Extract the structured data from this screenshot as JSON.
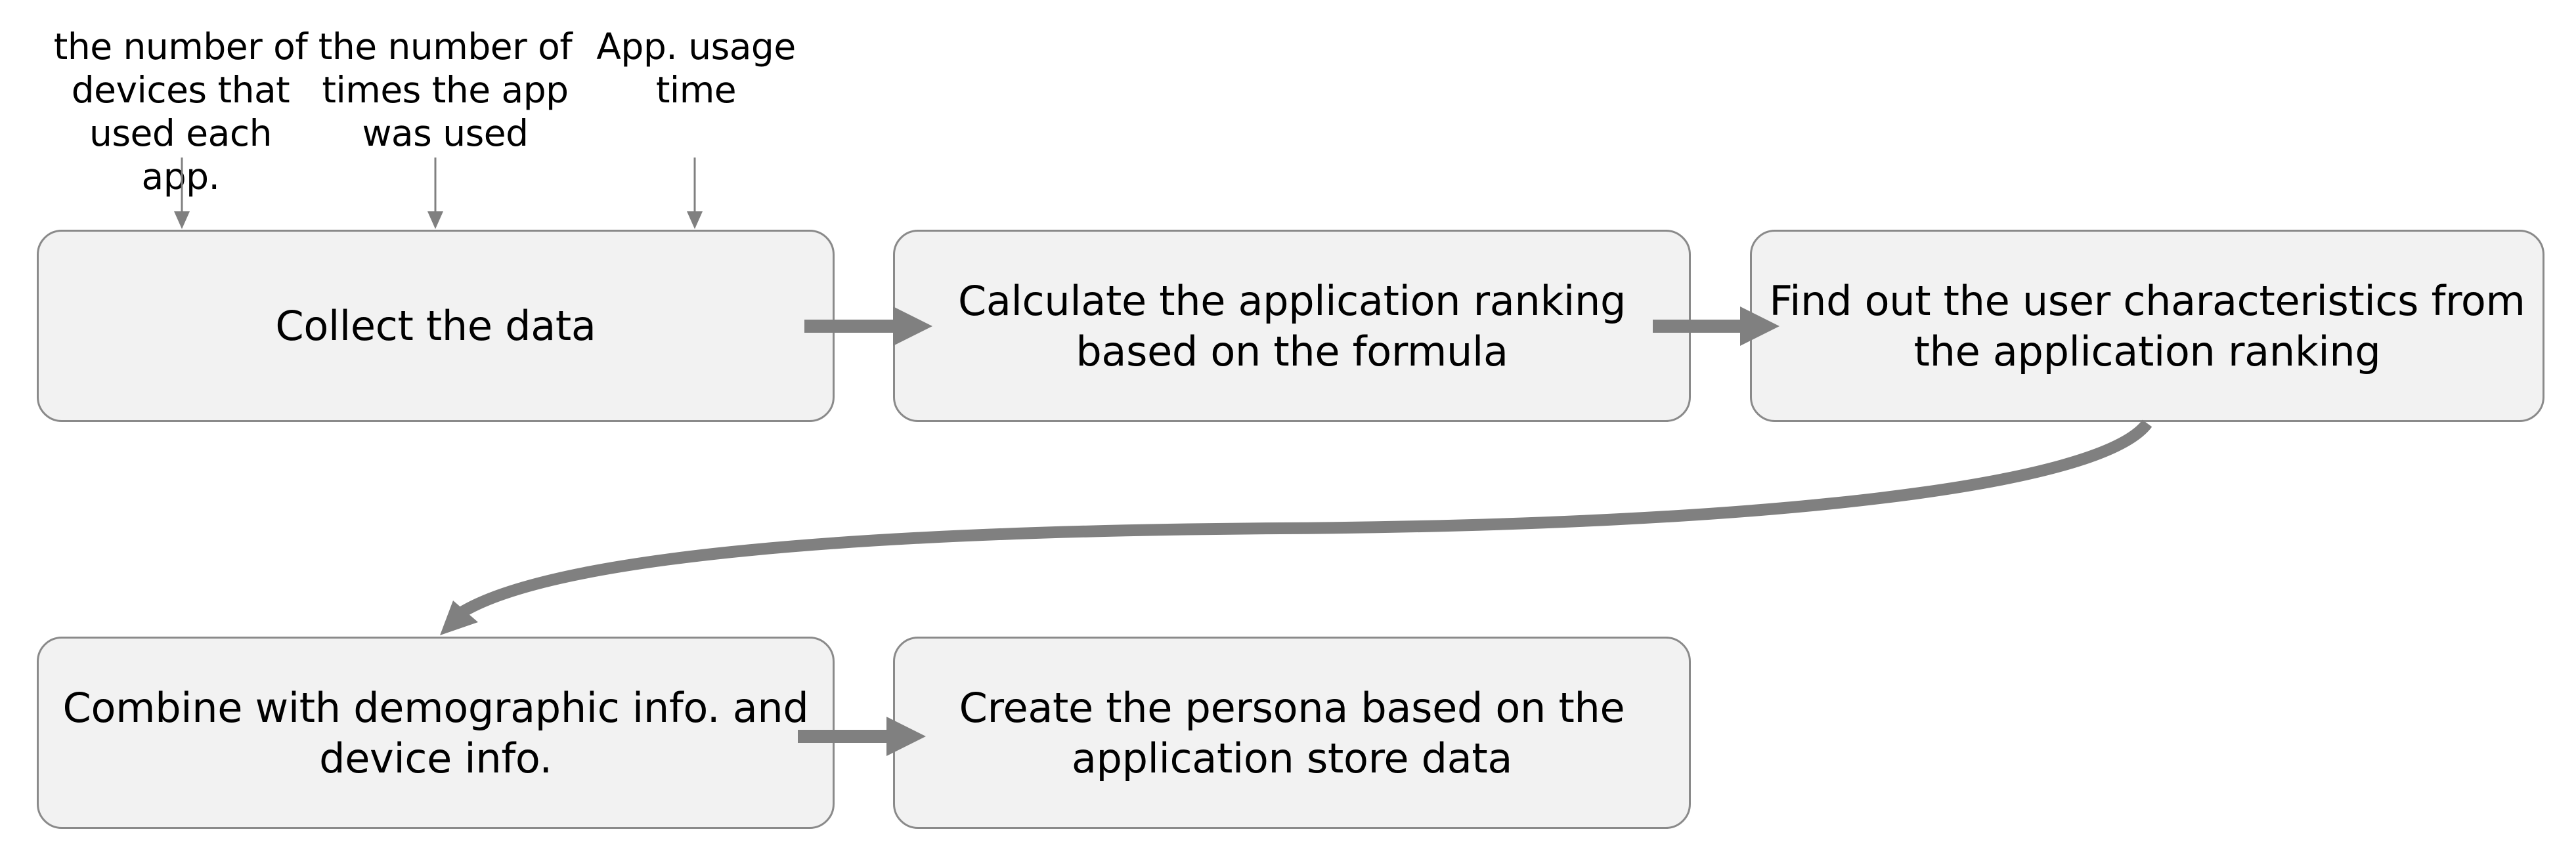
{
  "inputs": {
    "devices_count": "the number of\ndevices that\nused each app.",
    "usage_count": "the number of\ntimes the app\nwas used",
    "usage_time": "App. usage\ntime"
  },
  "steps": {
    "collect": "Collect the data",
    "calculate": "Calculate the application ranking\nbased on the formula",
    "find": "Find out the user characteristics from\nthe application ranking",
    "combine": "Combine with demographic info. and\ndevice info.",
    "create": "Create the persona based on the\napplication store data"
  },
  "colors": {
    "box_fill": "#f2f2f2",
    "box_border": "#8a8a8a",
    "arrow": "#808080"
  }
}
